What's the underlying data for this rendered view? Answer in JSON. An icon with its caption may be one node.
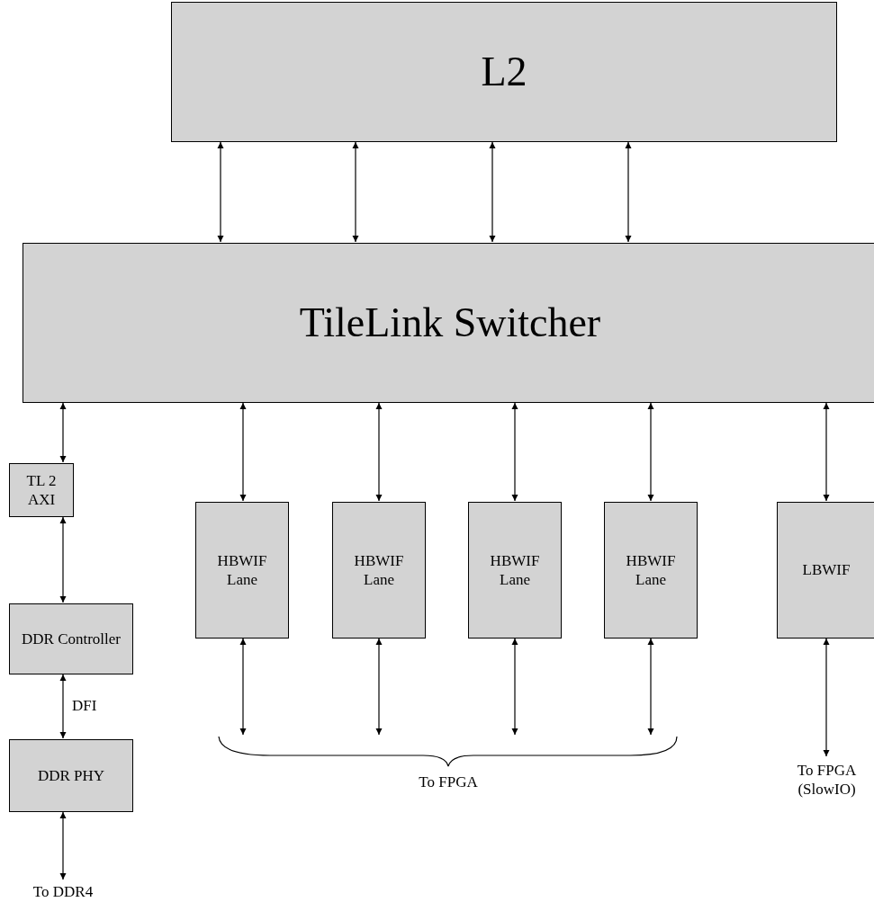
{
  "diagram": {
    "nodes": [
      {
        "text": [
          "L2"
        ]
      },
      {
        "text": [
          "TileLink Switcher"
        ]
      },
      {
        "text": [
          "TL 2 AXI"
        ]
      },
      {
        "text": [
          "DDR Controller"
        ]
      },
      {
        "text": [
          "DDR PHY"
        ]
      },
      {
        "text": [
          "To DDR4"
        ]
      },
      {
        "text": [
          "HBWIF Lane"
        ]
      },
      {
        "text": [
          "HBWIF Lane"
        ]
      },
      {
        "text": [
          "HBWIF Lane"
        ]
      },
      {
        "text": [
          "HBWIF Lane"
        ]
      },
      {
        "text": [
          "LBWIF"
        ]
      },
      {
        "text": [
          "To FPGA (SlowIO)"
        ]
      },
      {
        "text": [
          "To FPGA"
        ]
      }
    ],
    "edges": [
      {
        "from": 0,
        "to": 1,
        "arrow": "both"
      },
      {
        "from": 0,
        "to": 1,
        "arrow": "both"
      },
      {
        "from": 0,
        "to": 1,
        "arrow": "both"
      },
      {
        "from": 0,
        "to": 1,
        "arrow": "both"
      },
      {
        "from": 1,
        "to": 2,
        "arrow": "both"
      },
      {
        "from": 2,
        "to": 3,
        "arrow": "both"
      },
      {
        "from": 3,
        "to": 4,
        "arrow": "both",
        "label": "DFI"
      },
      {
        "from": 4,
        "to": 5,
        "arrow": "both"
      },
      {
        "from": 1,
        "to": 6,
        "arrow": "both"
      },
      {
        "from": 1,
        "to": 7,
        "arrow": "both"
      },
      {
        "from": 1,
        "to": 8,
        "arrow": "both"
      },
      {
        "from": 1,
        "to": 9,
        "arrow": "both"
      },
      {
        "from": 6,
        "to": 12,
        "arrow": "both"
      },
      {
        "from": 7,
        "to": 12,
        "arrow": "both"
      },
      {
        "from": 8,
        "to": 12,
        "arrow": "both"
      },
      {
        "from": 9,
        "to": 12,
        "arrow": "both"
      },
      {
        "from": 1,
        "to": 10,
        "arrow": "both"
      },
      {
        "from": 10,
        "to": 11,
        "arrow": "both"
      }
    ]
  }
}
